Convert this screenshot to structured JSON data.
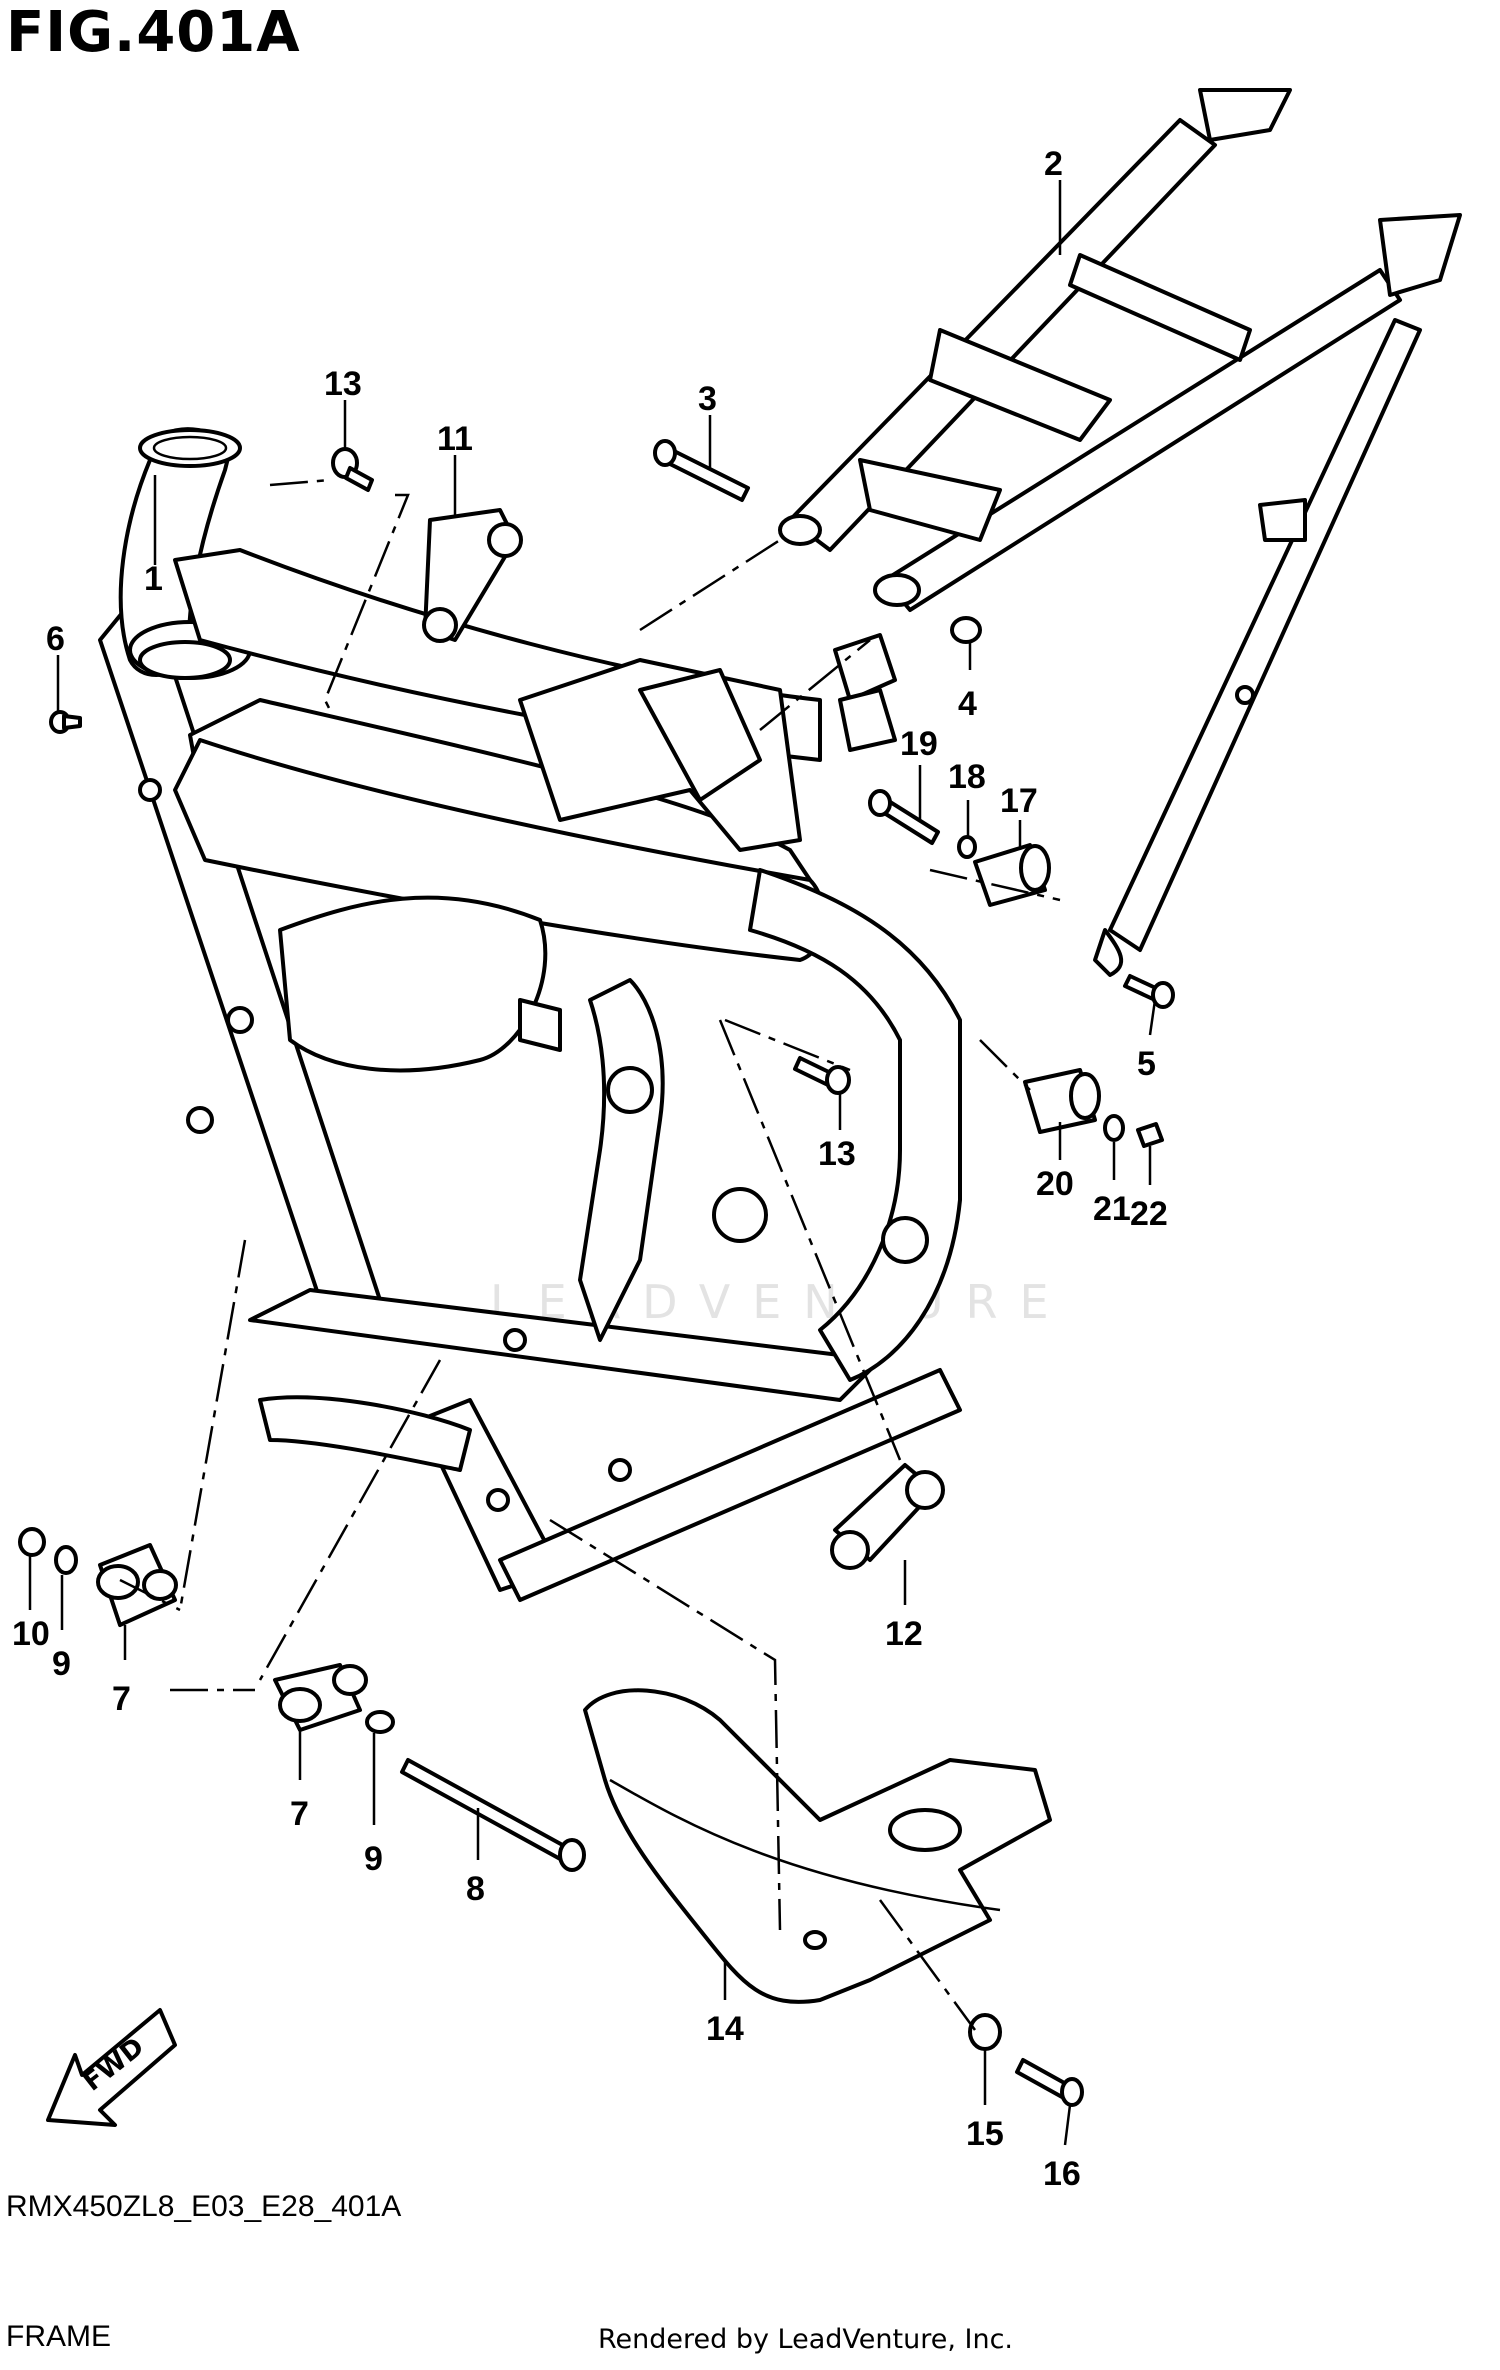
{
  "figure": {
    "title": "FIG.401A",
    "drawing_code": "RMX450ZL8_E03_E28_401A",
    "section": "FRAME",
    "footer": "Rendered by LeadVenture, Inc.",
    "watermark": "LEADVENTURE",
    "fwd_label": "FWD"
  },
  "callouts": [
    {
      "id": "c1",
      "label": "1"
    },
    {
      "id": "c2",
      "label": "2"
    },
    {
      "id": "c3",
      "label": "3"
    },
    {
      "id": "c4",
      "label": "4"
    },
    {
      "id": "c5",
      "label": "5"
    },
    {
      "id": "c6",
      "label": "6"
    },
    {
      "id": "c7a",
      "label": "7"
    },
    {
      "id": "c7b",
      "label": "7"
    },
    {
      "id": "c8",
      "label": "8"
    },
    {
      "id": "c9a",
      "label": "9"
    },
    {
      "id": "c9b",
      "label": "9"
    },
    {
      "id": "c10",
      "label": "10"
    },
    {
      "id": "c11",
      "label": "11"
    },
    {
      "id": "c12",
      "label": "12"
    },
    {
      "id": "c13a",
      "label": "13"
    },
    {
      "id": "c13b",
      "label": "13"
    },
    {
      "id": "c14",
      "label": "14"
    },
    {
      "id": "c15",
      "label": "15"
    },
    {
      "id": "c16",
      "label": "16"
    },
    {
      "id": "c17",
      "label": "17"
    },
    {
      "id": "c18",
      "label": "18"
    },
    {
      "id": "c19",
      "label": "19"
    },
    {
      "id": "c20",
      "label": "20"
    },
    {
      "id": "c21",
      "label": "21"
    },
    {
      "id": "c22",
      "label": "22"
    }
  ]
}
